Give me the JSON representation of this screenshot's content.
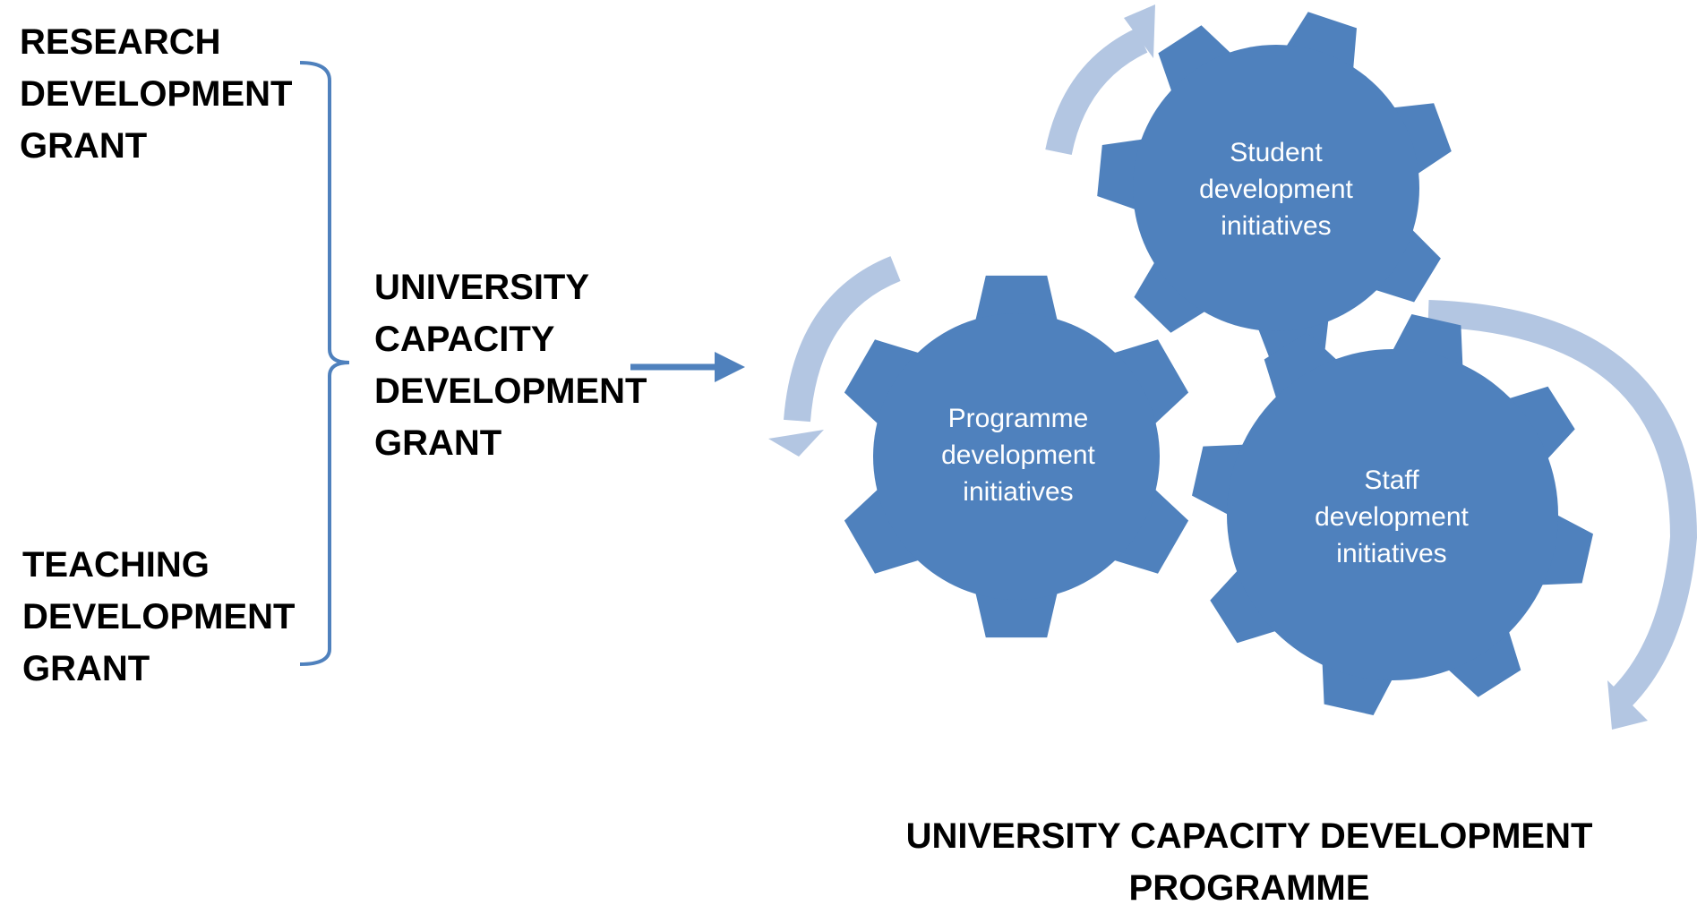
{
  "left_labels": {
    "research": [
      "RESEARCH",
      "DEVELOPMENT",
      "GRANT"
    ],
    "teaching": [
      "TEACHING",
      "DEVELOPMENT",
      "GRANT"
    ]
  },
  "center_label": [
    "UNIVERSITY",
    "CAPACITY",
    "DEVELOPMENT",
    "GRANT"
  ],
  "gears": {
    "student": [
      "Student",
      "development",
      "initiatives"
    ],
    "programme": [
      "Programme",
      "development",
      "initiatives"
    ],
    "staff": [
      "Staff",
      "development",
      "initiatives"
    ]
  },
  "footer": [
    "UNIVERSITY CAPACITY DEVELOPMENT",
    "PROGRAMME"
  ],
  "colors": {
    "gear": "#4f81bd",
    "cycle_arrow": "#b3c6e2",
    "bracket": "#4f81bd"
  }
}
